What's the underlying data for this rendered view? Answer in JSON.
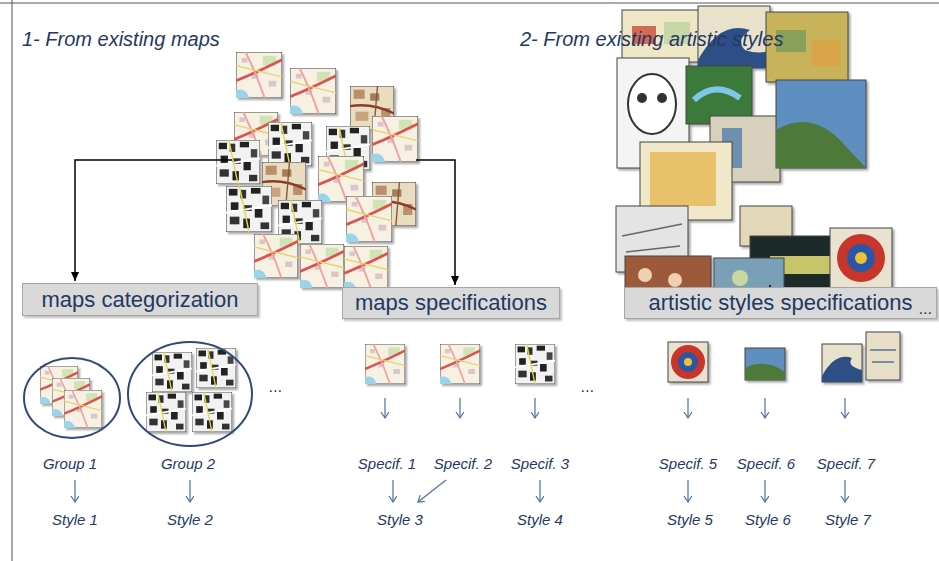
{
  "diagram": {
    "nodes": [
      {
        "text": [
          "maps categorization"
        ]
      },
      {
        "text": [
          "maps specifications"
        ]
      },
      {
        "text": [
          "artistic styles specifications"
        ]
      }
    ],
    "labels": [
      "1- From existing maps",
      "2- From existing artistic styles",
      "...",
      "...",
      "...",
      "Group 1",
      "Group 2",
      "Specif. 1",
      "Specif. 2",
      "Specif. 3",
      "Specif. 5",
      "Specif. 6",
      "Specif. 7",
      "Style 1",
      "Style 2",
      "Style 3",
      "Style 4",
      "Style 5",
      "Style 6",
      "Style 7"
    ]
  }
}
